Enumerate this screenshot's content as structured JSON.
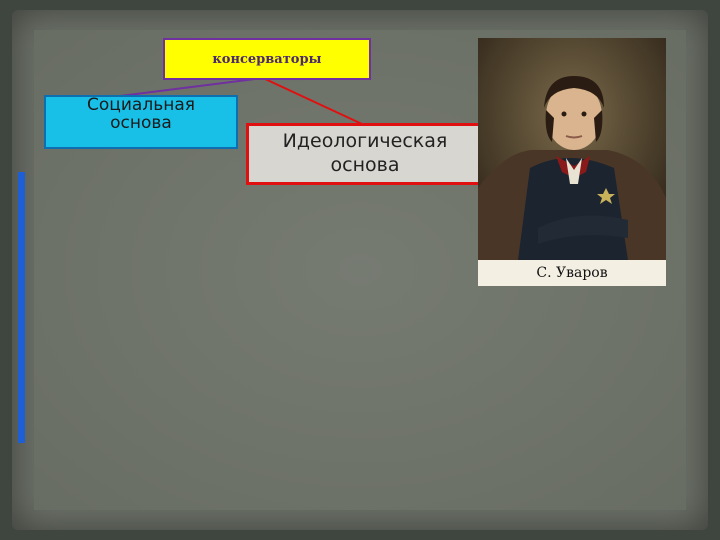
{
  "diagram": {
    "top_box": {
      "label": "консерваторы",
      "fill": "#ffff00",
      "border": "#7030a0"
    },
    "social_box": {
      "label": "Социальная основа",
      "fill": "#18c0e8",
      "border": "#0e6fb0"
    },
    "ideology_box": {
      "label": "Идеологическая основа",
      "fill": "#d8d6d0",
      "border": "#e01010"
    },
    "connector_colors": {
      "to_social": "#7030a0",
      "to_ideology": "#e01010"
    }
  },
  "portrait": {
    "caption": "С. Уваров"
  }
}
